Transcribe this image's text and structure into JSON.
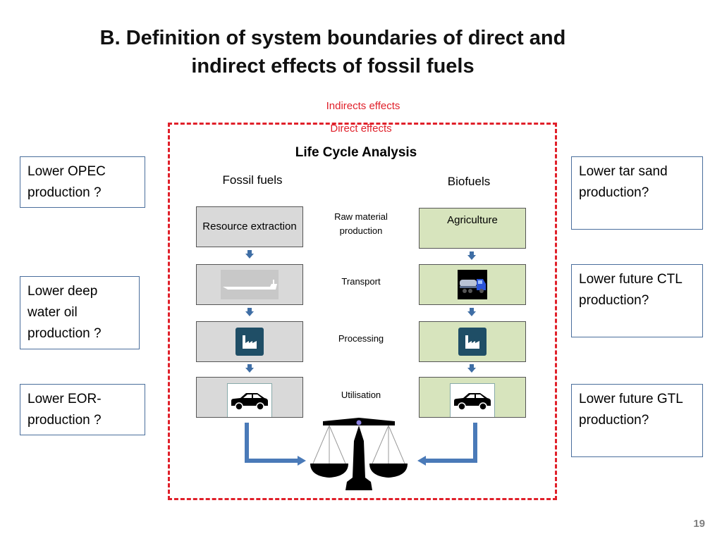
{
  "slide": {
    "title_line1": "B. Definition of system boundaries of direct and",
    "title_line2": "indirect effects of fossil fuels",
    "page_number": "19"
  },
  "boundaries": {
    "indirect_label": "Indirects effects",
    "direct_label": "Direct effects",
    "boundary_color": "#e0202a"
  },
  "lca": {
    "title": "Life Cycle Analysis",
    "fossil_header": "Fossil fuels",
    "bio_header": "Biofuels",
    "stages": [
      {
        "label": "Raw material production",
        "fossil": {
          "text": "Resource extraction",
          "icon": null
        },
        "bio": {
          "text": "Agriculture",
          "icon": null
        }
      },
      {
        "label": "Transport",
        "fossil": {
          "text": "",
          "icon": "ship-icon"
        },
        "bio": {
          "text": "",
          "icon": "truck-icon"
        }
      },
      {
        "label": "Processing",
        "fossil": {
          "text": "",
          "icon": "factory-icon"
        },
        "bio": {
          "text": "",
          "icon": "factory-icon"
        }
      },
      {
        "label": "Utilisation",
        "fossil": {
          "text": "",
          "icon": "car-icon"
        },
        "bio": {
          "text": "",
          "icon": "car-icon"
        }
      }
    ],
    "comparison_icon": "balance-scale-icon",
    "colors": {
      "fossil_fill": "#d9d9d9",
      "bio_fill": "#d7e4bd",
      "arrow": "#3f6ea5",
      "factory": "#1f4e66"
    }
  },
  "indirect_effects": {
    "left": [
      "Lower OPEC production ?",
      "Lower deep water oil production ?",
      "Lower EOR-production ?"
    ],
    "right": [
      "Lower tar sand production?",
      "Lower future CTL production?",
      "Lower future GTL production?"
    ]
  }
}
